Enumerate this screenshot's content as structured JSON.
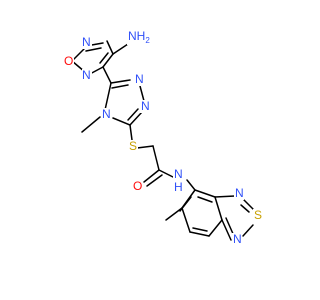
{
  "molecule": {
    "atoms": [
      {
        "id": "O_fur",
        "text": "O",
        "color": "#ff0d0d"
      },
      {
        "id": "N_fur_top",
        "text": "N",
        "color": "#3050f8"
      },
      {
        "id": "N_fur_bot",
        "text": "N",
        "color": "#3050f8"
      },
      {
        "id": "NH2",
        "text": "NH",
        "sub": "2",
        "color": "#3050f8"
      },
      {
        "id": "N_tri_a",
        "text": "N",
        "color": "#3050f8"
      },
      {
        "id": "N_tri_b",
        "text": "N",
        "color": "#3050f8"
      },
      {
        "id": "N_tri_me",
        "text": "N",
        "color": "#3050f8"
      },
      {
        "id": "S_thio",
        "text": "S",
        "color": "#c8a000"
      },
      {
        "id": "O_amide",
        "text": "O",
        "color": "#ff0d0d"
      },
      {
        "id": "NH_amide",
        "text": "N",
        "subline": "H",
        "color": "#3050f8"
      },
      {
        "id": "N_btd_top",
        "text": "N",
        "color": "#3050f8"
      },
      {
        "id": "S_btd",
        "text": "S",
        "color": "#c8a000"
      },
      {
        "id": "N_btd_bot",
        "text": "N",
        "color": "#3050f8"
      }
    ],
    "colors": {
      "bond": "#000000",
      "nitrogen": "#3050f8",
      "oxygen": "#ff0d0d",
      "sulfur": "#c8a000"
    }
  }
}
